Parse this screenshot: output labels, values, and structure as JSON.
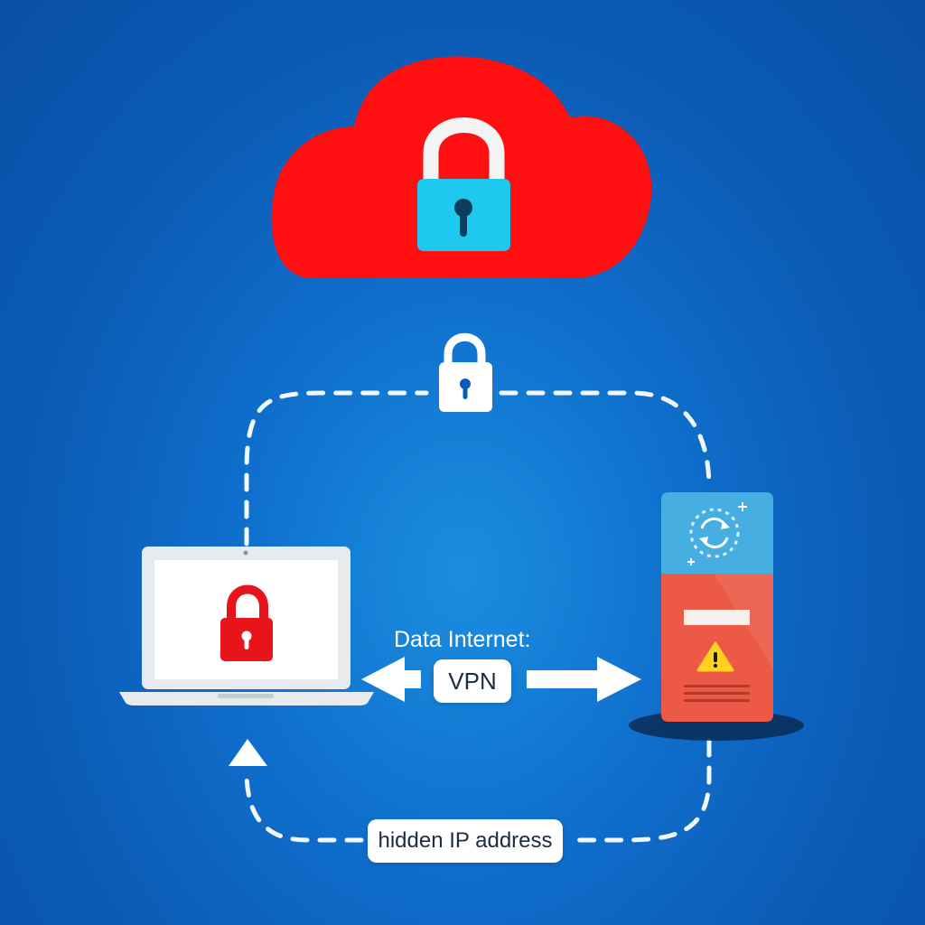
{
  "caption": "Data Internet:",
  "vpn_label": "VPN",
  "ip_label": "hidden IP address",
  "colors": {
    "background": "#0b5cb6",
    "cloud": "#ff0f10",
    "cloud_lock": "#1ec8ef",
    "laptop_lock": "#e8141b",
    "server_top": "#46aee0",
    "server_bottom": "#ec5a45",
    "dash": "#ffffff"
  },
  "icons": [
    "cloud-icon",
    "lock-icon",
    "laptop-icon",
    "server-icon",
    "sync-icon",
    "warning-icon",
    "arrow-left-icon",
    "arrow-right-icon",
    "arrow-up-icon"
  ]
}
